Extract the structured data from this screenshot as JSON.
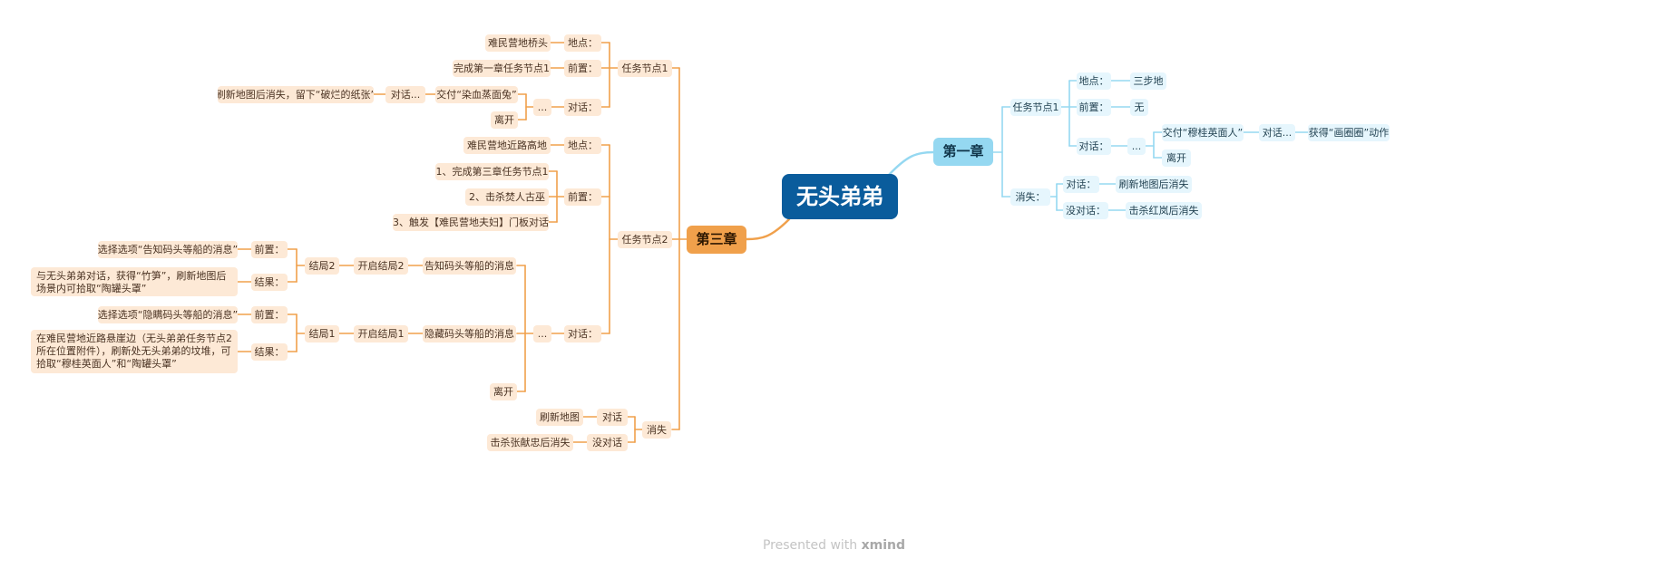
{
  "mindmap": {
    "root": "无头弟弟",
    "chapter3": {
      "label": "第三章",
      "task1": {
        "label": "任务节点1",
        "location_label": "地点：",
        "location_value": "难民营地桥头",
        "prereq_label": "前置：",
        "prereq_value": "完成第一章任务节点1",
        "dialog_label": "对话：",
        "ellipsis": "...",
        "deliver": "交付“染血蒸面兔”",
        "deliver_dialog": "对话...",
        "deliver_result": "刷新地图后消失，留下“破烂的纸张”",
        "leave": "离开"
      },
      "task2": {
        "label": "任务节点2",
        "location_label": "地点：",
        "location_value": "难民营地近路高地",
        "prereq_label": "前置：",
        "prereqs": [
          "1、完成第三章任务节点1",
          "2、击杀焚人古巫",
          "3、触发【难民营地夫妇】门板对话"
        ],
        "dialog_label": "对话：",
        "ellipsis": "...",
        "option_tell": "告知码头等船的消息",
        "option_hide": "隐藏码头等船的消息",
        "leave": "离开",
        "ending2": {
          "open": "开启结局2",
          "label": "结局2",
          "prereq_label": "前置：",
          "prereq_value": "选择选项“告知码头等船的消息”",
          "result_label": "结果：",
          "result_value": "与无头弟弟对话，获得“竹笋”，刷新地图后场景内可拾取“陶罐头罩”"
        },
        "ending1": {
          "open": "开启结局1",
          "label": "结局1",
          "prereq_label": "前置：",
          "prereq_value": "选择选项“隐瞒码头等船的消息”",
          "result_label": "结果：",
          "result_value": "在难民营地近路悬崖边（无头弟弟任务节点2所在位置附件），刷新处无头弟弟的坟堆，可拾取“穆桂英面人”和“陶罐头罩”"
        }
      },
      "disappear": {
        "label": "消失",
        "dialog_label": "对话",
        "dialog_value": "刷新地图",
        "no_dialog_label": "没对话",
        "no_dialog_value": "击杀张献忠后消失"
      }
    },
    "chapter1": {
      "label": "第一章",
      "task1": {
        "label": "任务节点1",
        "location_label": "地点：",
        "location_value": "三步地",
        "prereq_label": "前置：",
        "prereq_value": "无",
        "dialog_label": "对话：",
        "ellipsis": "...",
        "deliver": "交付“穆桂英面人”",
        "deliver_dialog": "对话...",
        "deliver_result": "获得“画圈圈”动作",
        "leave": "离开"
      },
      "disappear": {
        "label": "消失：",
        "dialog_label": "对话：",
        "dialog_value": "刷新地图后消失",
        "no_dialog_label": "没对话：",
        "no_dialog_value": "击杀红岚后消失"
      }
    },
    "colors": {
      "chapter3_branch": "#f0a04b",
      "chapter1_branch": "#95d8f1",
      "root_fill": "#0a5c9c",
      "left_node_fill": "#fde9d6",
      "right_node_fill": "#e6f6fd"
    }
  },
  "footer": {
    "presented_with": "Presented with",
    "brand": "xmind"
  }
}
